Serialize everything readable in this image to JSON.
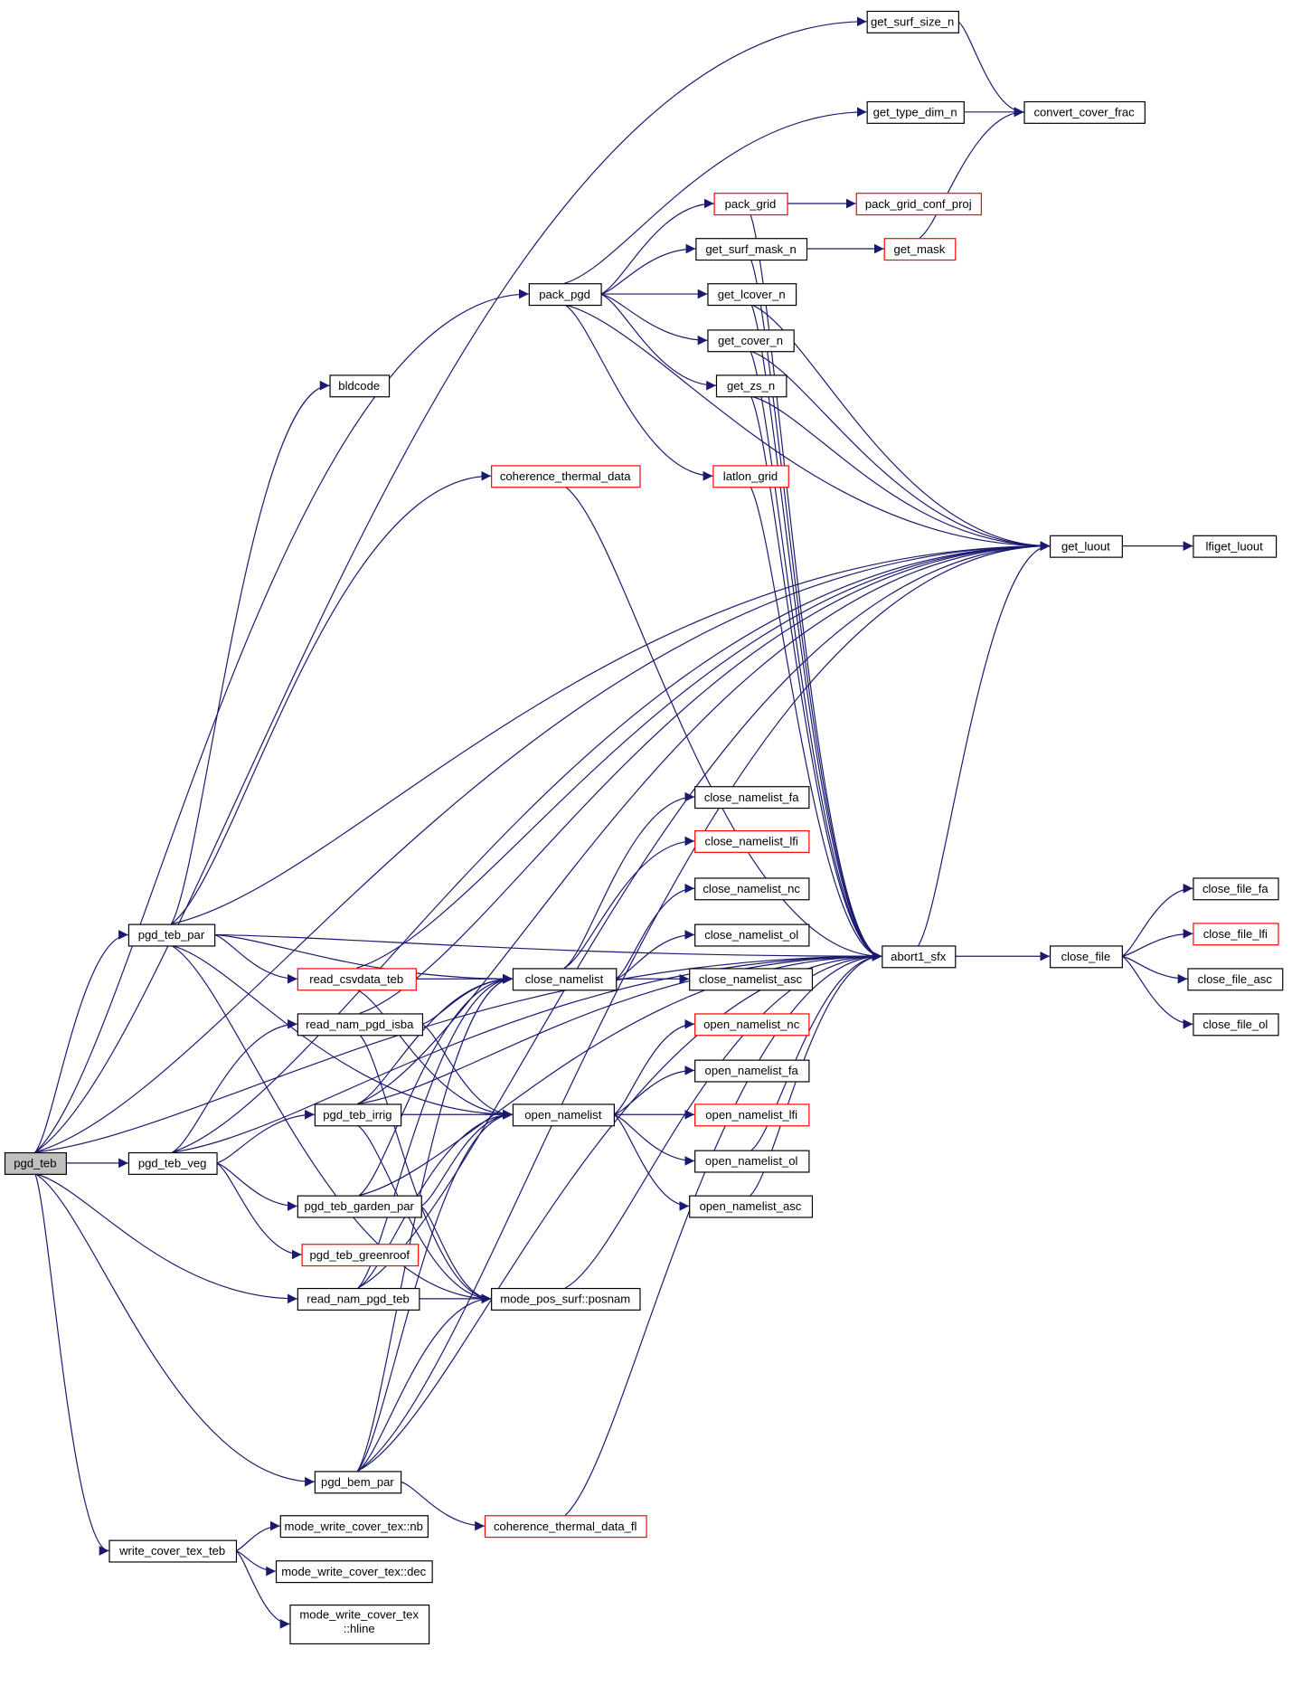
{
  "title": "pgd_teb call graph",
  "colors": {
    "edge": "#191970",
    "root_fill": "#bfbfbf",
    "missing_border": "#ff0000",
    "border": "#000000"
  },
  "nodes": [
    {
      "id": "pgd_teb",
      "label": "pgd_teb",
      "kind": "root"
    },
    {
      "id": "pgd_teb_par",
      "label": "pgd_teb_par"
    },
    {
      "id": "pgd_teb_veg",
      "label": "pgd_teb_veg"
    },
    {
      "id": "write_cover_tex_teb",
      "label": "write_cover_tex_teb"
    },
    {
      "id": "get_surf_size_n",
      "label": "get_surf_size_n"
    },
    {
      "id": "convert_cover_frac",
      "label": "convert_cover_frac"
    },
    {
      "id": "get_type_dim_n",
      "label": "get_type_dim_n"
    },
    {
      "id": "pack_grid",
      "label": "pack_grid",
      "kind": "red"
    },
    {
      "id": "pack_grid_conf_proj",
      "label": "pack_grid_conf_proj",
      "kind": "red"
    },
    {
      "id": "get_surf_mask_n",
      "label": "get_surf_mask_n"
    },
    {
      "id": "get_mask",
      "label": "get_mask",
      "kind": "red"
    },
    {
      "id": "pack_pgd",
      "label": "pack_pgd"
    },
    {
      "id": "get_lcover_n",
      "label": "get_lcover_n"
    },
    {
      "id": "get_cover_n",
      "label": "get_cover_n"
    },
    {
      "id": "get_zs_n",
      "label": "get_zs_n"
    },
    {
      "id": "bldcode",
      "label": "bldcode"
    },
    {
      "id": "coherence_thermal_data",
      "label": "coherence_thermal_data",
      "kind": "red"
    },
    {
      "id": "latlon_grid",
      "label": "latlon_grid",
      "kind": "red"
    },
    {
      "id": "get_luout",
      "label": "get_luout"
    },
    {
      "id": "lfiget_luout",
      "label": "lfiget_luout"
    },
    {
      "id": "close_namelist_fa",
      "label": "close_namelist_fa"
    },
    {
      "id": "close_namelist_lfi",
      "label": "close_namelist_lfi",
      "kind": "red"
    },
    {
      "id": "close_namelist_nc",
      "label": "close_namelist_nc"
    },
    {
      "id": "close_namelist_ol",
      "label": "close_namelist_ol"
    },
    {
      "id": "abort1_sfx",
      "label": "abort1_sfx"
    },
    {
      "id": "close_file",
      "label": "close_file"
    },
    {
      "id": "close_file_fa",
      "label": "close_file_fa"
    },
    {
      "id": "close_file_lfi",
      "label": "close_file_lfi",
      "kind": "red"
    },
    {
      "id": "close_file_asc",
      "label": "close_file_asc"
    },
    {
      "id": "close_file_ol",
      "label": "close_file_ol"
    },
    {
      "id": "read_csvdata_teb",
      "label": "read_csvdata_teb",
      "kind": "red"
    },
    {
      "id": "close_namelist",
      "label": "close_namelist"
    },
    {
      "id": "close_namelist_asc",
      "label": "close_namelist_asc"
    },
    {
      "id": "read_nam_pgd_isba",
      "label": "read_nam_pgd_isba"
    },
    {
      "id": "open_namelist_nc",
      "label": "open_namelist_nc",
      "kind": "red"
    },
    {
      "id": "open_namelist_fa",
      "label": "open_namelist_fa"
    },
    {
      "id": "pgd_teb_irrig",
      "label": "pgd_teb_irrig"
    },
    {
      "id": "open_namelist",
      "label": "open_namelist"
    },
    {
      "id": "open_namelist_lfi",
      "label": "open_namelist_lfi",
      "kind": "red"
    },
    {
      "id": "open_namelist_ol",
      "label": "open_namelist_ol"
    },
    {
      "id": "open_namelist_asc",
      "label": "open_namelist_asc"
    },
    {
      "id": "pgd_teb_garden_par",
      "label": "pgd_teb_garden_par"
    },
    {
      "id": "pgd_teb_greenroof",
      "label": "pgd_teb_greenroof",
      "kind": "red"
    },
    {
      "id": "read_nam_pgd_teb",
      "label": "read_nam_pgd_teb"
    },
    {
      "id": "posnam",
      "label": "mode_pos_surf::posnam"
    },
    {
      "id": "pgd_bem_par",
      "label": "pgd_bem_par"
    },
    {
      "id": "coherence_thermal_data_fl",
      "label": "coherence_thermal_data_fl",
      "kind": "red"
    },
    {
      "id": "mwct_nb",
      "label": "mode_write_cover_tex::nb"
    },
    {
      "id": "mwct_dec",
      "label": "mode_write_cover_tex::dec"
    },
    {
      "id": "mwct_hline",
      "label": "mode_write_cover_tex",
      "label2": "::hline"
    }
  ],
  "edges": [
    [
      "pgd_teb",
      "get_surf_size_n"
    ],
    [
      "pgd_teb",
      "get_luout"
    ],
    [
      "pgd_teb",
      "pack_pgd"
    ],
    [
      "pgd_teb",
      "pgd_teb_par"
    ],
    [
      "pgd_teb",
      "pgd_teb_veg"
    ],
    [
      "pgd_teb",
      "read_nam_pgd_teb"
    ],
    [
      "pgd_teb",
      "pgd_bem_par"
    ],
    [
      "pgd_teb",
      "write_cover_tex_teb"
    ],
    [
      "pgd_teb",
      "abort1_sfx"
    ],
    [
      "pgd_teb_par",
      "bldcode"
    ],
    [
      "pgd_teb_par",
      "get_luout"
    ],
    [
      "pgd_teb_par",
      "coherence_thermal_data"
    ],
    [
      "pgd_teb_par",
      "abort1_sfx"
    ],
    [
      "pgd_teb_par",
      "read_csvdata_teb"
    ],
    [
      "pgd_teb_par",
      "close_namelist"
    ],
    [
      "pgd_teb_par",
      "open_namelist"
    ],
    [
      "pgd_teb_par",
      "posnam"
    ],
    [
      "pgd_teb_veg",
      "read_nam_pgd_isba"
    ],
    [
      "pgd_teb_veg",
      "pgd_teb_irrig"
    ],
    [
      "pgd_teb_veg",
      "pgd_teb_garden_par"
    ],
    [
      "pgd_teb_veg",
      "pgd_teb_greenroof"
    ],
    [
      "pgd_teb_veg",
      "abort1_sfx"
    ],
    [
      "pgd_teb_veg",
      "get_luout"
    ],
    [
      "read_csvdata_teb",
      "get_luout"
    ],
    [
      "read_csvdata_teb",
      "close_namelist"
    ],
    [
      "read_csvdata_teb",
      "open_namelist"
    ],
    [
      "read_nam_pgd_isba",
      "get_luout"
    ],
    [
      "read_nam_pgd_isba",
      "close_namelist"
    ],
    [
      "read_nam_pgd_isba",
      "open_namelist"
    ],
    [
      "read_nam_pgd_isba",
      "posnam"
    ],
    [
      "pgd_teb_irrig",
      "get_luout"
    ],
    [
      "pgd_teb_irrig",
      "close_namelist"
    ],
    [
      "pgd_teb_irrig",
      "open_namelist"
    ],
    [
      "pgd_teb_irrig",
      "posnam"
    ],
    [
      "pgd_teb_irrig",
      "abort1_sfx"
    ],
    [
      "pgd_teb_garden_par",
      "close_namelist"
    ],
    [
      "pgd_teb_garden_par",
      "open_namelist"
    ],
    [
      "pgd_teb_garden_par",
      "posnam"
    ],
    [
      "pgd_teb_garden_par",
      "abort1_sfx"
    ],
    [
      "read_nam_pgd_teb",
      "close_namelist"
    ],
    [
      "read_nam_pgd_teb",
      "open_namelist"
    ],
    [
      "read_nam_pgd_teb",
      "posnam"
    ],
    [
      "read_nam_pgd_teb",
      "get_luout"
    ],
    [
      "pgd_bem_par",
      "close_namelist"
    ],
    [
      "pgd_bem_par",
      "open_namelist"
    ],
    [
      "pgd_bem_par",
      "posnam"
    ],
    [
      "pgd_bem_par",
      "coherence_thermal_data_fl"
    ],
    [
      "pgd_bem_par",
      "abort1_sfx"
    ],
    [
      "pgd_bem_par",
      "get_luout"
    ],
    [
      "write_cover_tex_teb",
      "mwct_nb"
    ],
    [
      "write_cover_tex_teb",
      "mwct_dec"
    ],
    [
      "write_cover_tex_teb",
      "mwct_hline"
    ],
    [
      "pack_pgd",
      "get_type_dim_n"
    ],
    [
      "pack_pgd",
      "get_luout"
    ],
    [
      "pack_pgd",
      "pack_grid"
    ],
    [
      "pack_pgd",
      "get_surf_mask_n"
    ],
    [
      "pack_pgd",
      "get_lcover_n"
    ],
    [
      "pack_pgd",
      "get_cover_n"
    ],
    [
      "pack_pgd",
      "get_zs_n"
    ],
    [
      "pack_pgd",
      "latlon_grid"
    ],
    [
      "get_surf_size_n",
      "convert_cover_frac"
    ],
    [
      "get_type_dim_n",
      "convert_cover_frac"
    ],
    [
      "pack_grid",
      "pack_grid_conf_proj"
    ],
    [
      "pack_grid",
      "abort1_sfx"
    ],
    [
      "get_surf_mask_n",
      "get_mask"
    ],
    [
      "get_surf_mask_n",
      "abort1_sfx"
    ],
    [
      "get_mask",
      "convert_cover_frac"
    ],
    [
      "get_lcover_n",
      "get_luout"
    ],
    [
      "get_lcover_n",
      "abort1_sfx"
    ],
    [
      "get_cover_n",
      "get_luout"
    ],
    [
      "get_cover_n",
      "abort1_sfx"
    ],
    [
      "get_zs_n",
      "get_luout"
    ],
    [
      "get_zs_n",
      "abort1_sfx"
    ],
    [
      "latlon_grid",
      "abort1_sfx"
    ],
    [
      "coherence_thermal_data",
      "abort1_sfx"
    ],
    [
      "coherence_thermal_data_fl",
      "abort1_sfx"
    ],
    [
      "close_namelist",
      "close_namelist_fa"
    ],
    [
      "close_namelist",
      "close_namelist_lfi"
    ],
    [
      "close_namelist",
      "close_namelist_nc"
    ],
    [
      "close_namelist",
      "close_namelist_ol"
    ],
    [
      "close_namelist",
      "close_namelist_asc"
    ],
    [
      "open_namelist",
      "open_namelist_nc"
    ],
    [
      "open_namelist",
      "open_namelist_fa"
    ],
    [
      "open_namelist",
      "open_namelist_lfi"
    ],
    [
      "open_namelist",
      "open_namelist_ol"
    ],
    [
      "open_namelist",
      "open_namelist_asc"
    ],
    [
      "open_namelist_ol",
      "abort1_sfx"
    ],
    [
      "open_namelist_asc",
      "abort1_sfx"
    ],
    [
      "posnam",
      "abort1_sfx"
    ],
    [
      "abort1_sfx",
      "get_luout"
    ],
    [
      "abort1_sfx",
      "close_file"
    ],
    [
      "get_luout",
      "lfiget_luout"
    ],
    [
      "close_file",
      "close_file_fa"
    ],
    [
      "close_file",
      "close_file_lfi"
    ],
    [
      "close_file",
      "close_file_asc"
    ],
    [
      "close_file",
      "close_file_ol"
    ]
  ]
}
